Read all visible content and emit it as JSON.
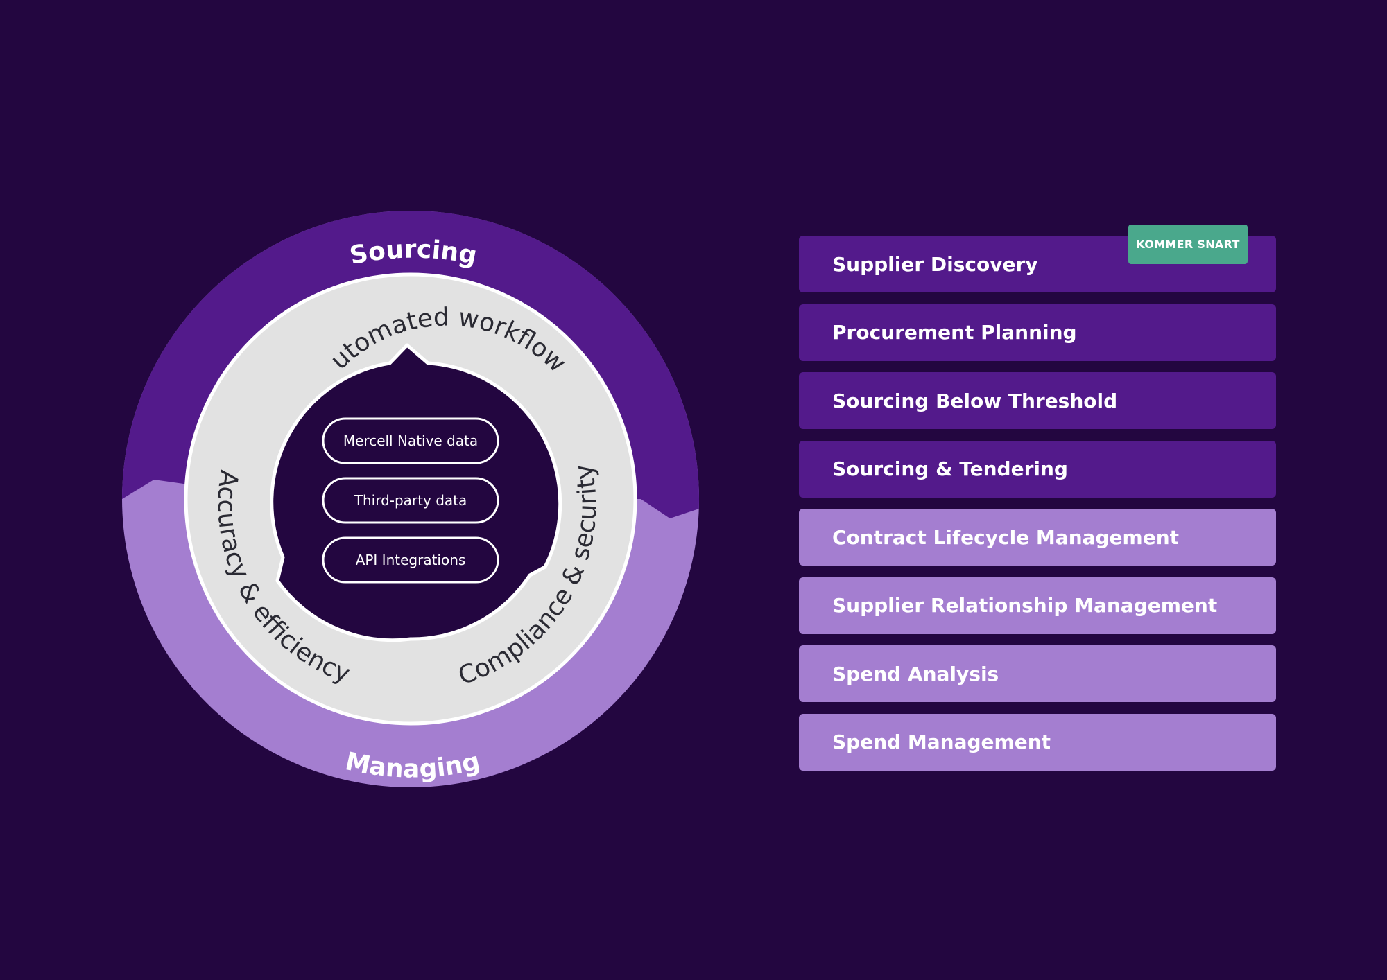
{
  "diagram": {
    "outer_top_label": "Sourcing",
    "outer_bottom_label": "Managing",
    "ring_labels": {
      "top": "Automated workflows",
      "left": "Accuracy & efficiency",
      "right": "Compliance & security"
    },
    "pills": [
      "Mercell Native data",
      "Third-party data",
      "API Integrations"
    ]
  },
  "modules": [
    {
      "label": "Supplier Discovery",
      "badge": "KOMMER SNART"
    },
    {
      "label": "Procurement Planning"
    },
    {
      "label": "Sourcing Below Threshold"
    },
    {
      "label": "Sourcing & Tendering"
    },
    {
      "label": "Contract Lifecycle Management"
    },
    {
      "label": "Supplier Relationship Management"
    },
    {
      "label": "Spend Analysis"
    },
    {
      "label": "Spend Management"
    }
  ],
  "colors": {
    "background": "#230640",
    "sourcing_purple": "#531a8b",
    "managing_purple": "#a47ed0",
    "ring_gray": "#e2e2e2",
    "badge_green": "#4aa88c"
  }
}
